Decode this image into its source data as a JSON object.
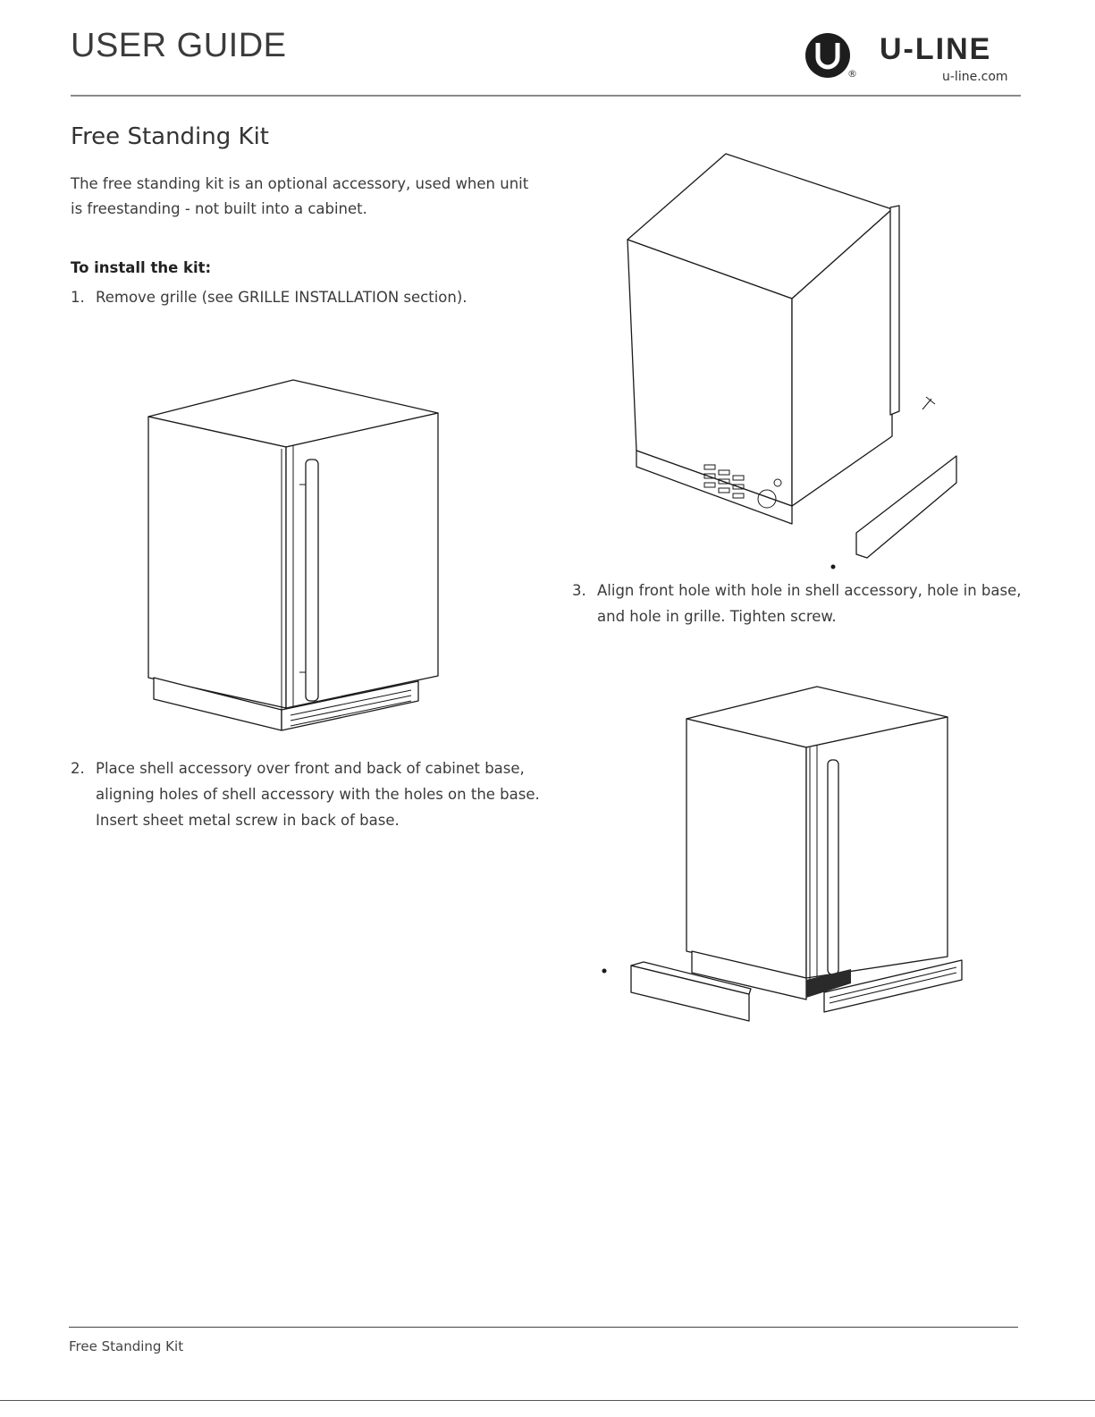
{
  "header": {
    "title": "USER GUIDE",
    "brand_name": "U-LINE",
    "logo_letter": "U",
    "registered_mark": "®",
    "website": "u-line.com"
  },
  "section": {
    "title": "Free Standing Kit",
    "intro": "The free standing kit is an optional accessory, used when unit is freestanding - not built into a cabinet.",
    "install_heading": "To install the kit:"
  },
  "steps": [
    {
      "number": "1.",
      "text": "Remove grille (see GRILLE INSTALLATION section)."
    },
    {
      "number": "2.",
      "text": "Place shell accessory over front and back of cabinet base, aligning holes of shell accessory with the holes on the base. Insert sheet metal screw in back of base."
    },
    {
      "number": "3.",
      "text": "Align front hole with hole in shell accessory, hole in base, and hole in grille. Tighten screw."
    }
  ],
  "figures": {
    "fig1": "refrigerator-front-view",
    "fig2": "refrigerator-rear-view-with-shell-accessory",
    "fig3": "refrigerator-front-view-with-shell-accessory"
  },
  "footer": {
    "text": "Free Standing Kit"
  }
}
